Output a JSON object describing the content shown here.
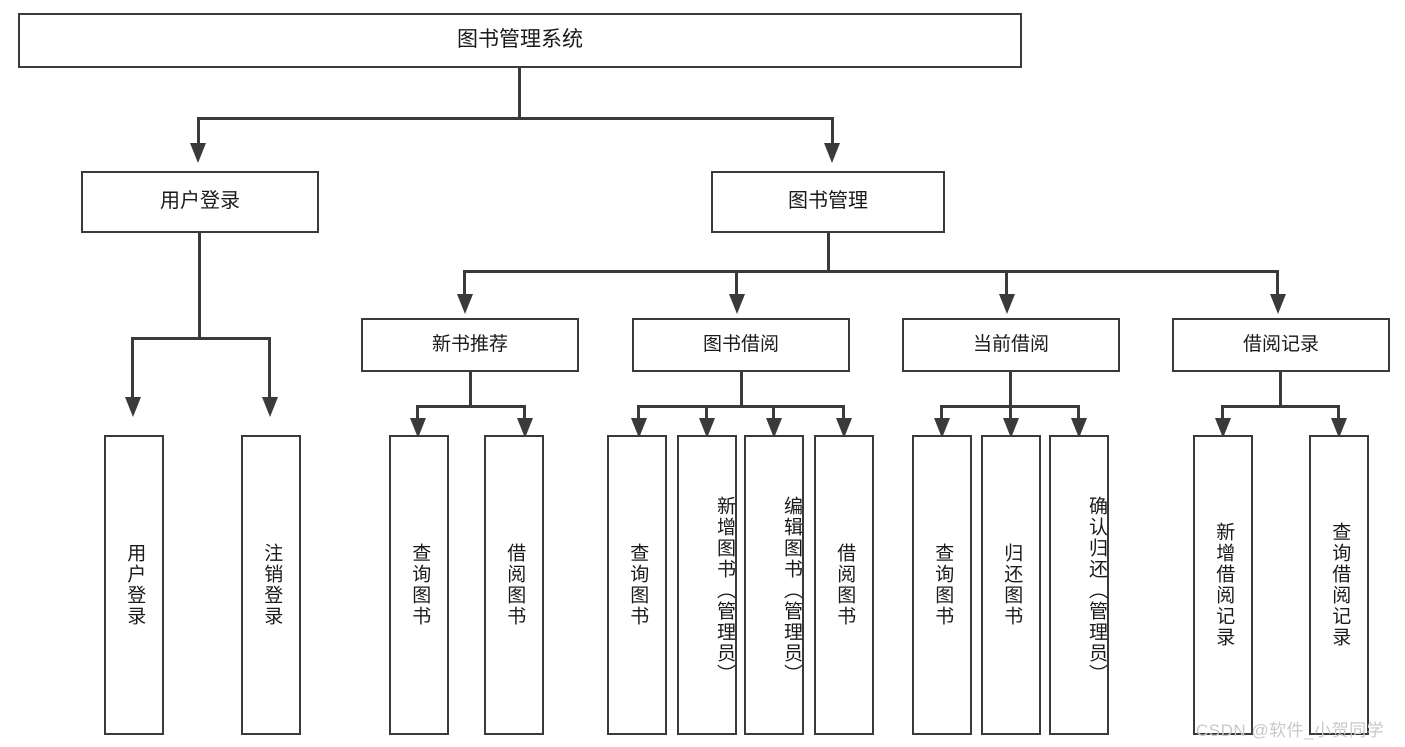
{
  "diagram": {
    "title": "图书管理系统",
    "watermark": "CSDN @软件_小贺同学",
    "accent_color": "#3a3a3a",
    "background_color": "#ffffff",
    "text_color": "#1a1a1a",
    "watermark_color": "#c9c9c9"
  },
  "root": {
    "label": "图书管理系统"
  },
  "level2": [
    {
      "label": "用户登录"
    },
    {
      "label": "图书管理"
    }
  ],
  "level3": [
    {
      "label": "新书推荐"
    },
    {
      "label": "图书借阅"
    },
    {
      "label": "当前借阅"
    },
    {
      "label": "借阅记录"
    }
  ],
  "leaves": {
    "user_login": [
      {
        "label": "用户登录"
      },
      {
        "label": "注销登录"
      }
    ],
    "new_book_recommend": [
      {
        "label": "查询图书"
      },
      {
        "label": "借阅图书"
      }
    ],
    "book_borrow": [
      {
        "label": "查询图书"
      },
      {
        "label": "新增图书（管理员）"
      },
      {
        "label": "编辑图书（管理员）"
      },
      {
        "label": "借阅图书"
      }
    ],
    "current_borrow": [
      {
        "label": "查询图书"
      },
      {
        "label": "归还图书"
      },
      {
        "label": "确认归还（管理员）"
      }
    ],
    "borrow_record": [
      {
        "label": "新增借阅记录"
      },
      {
        "label": "查询借阅记录"
      }
    ]
  }
}
